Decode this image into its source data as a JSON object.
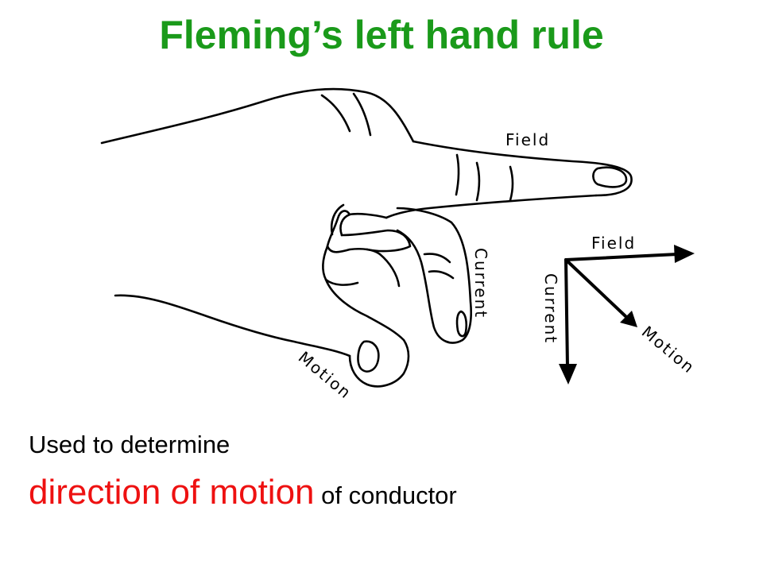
{
  "slide": {
    "title": "Fleming’s left hand rule",
    "hand_labels": {
      "field": "Field",
      "current": "Current",
      "motion": "Motion"
    },
    "axes_labels": {
      "field": "Field",
      "current": "Current",
      "motion": "Motion"
    },
    "caption": {
      "line1": "Used to determine",
      "emphasis": "direction of motion",
      "rest": " of conductor"
    },
    "colors": {
      "title": "#1a9a1a",
      "emphasis": "#ee1111",
      "text": "#000000"
    }
  }
}
